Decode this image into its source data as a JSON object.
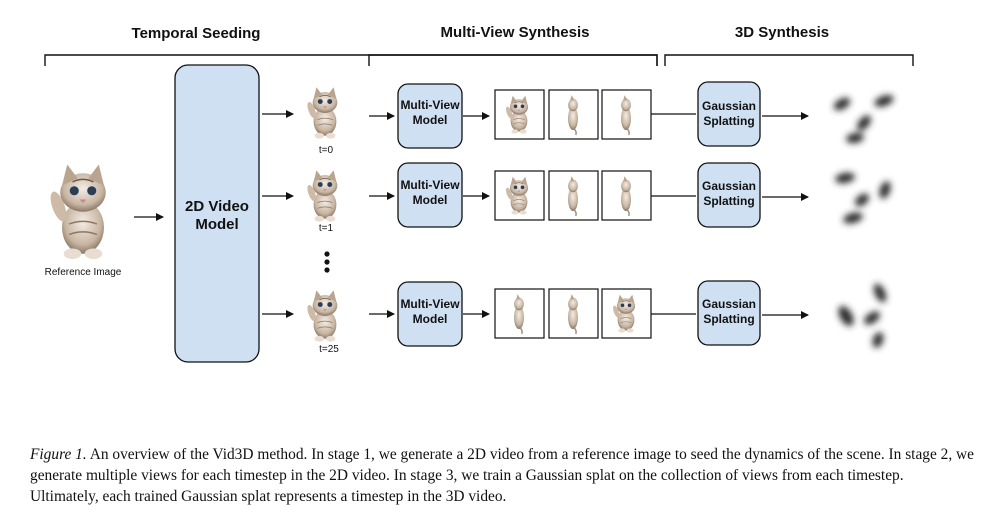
{
  "stages": {
    "temporal_seeding": "Temporal Seeding",
    "multi_view_synthesis": "Multi-View Synthesis",
    "synthesis_3d": "3D Synthesis"
  },
  "reference_image_label": "Reference Image",
  "video_model": {
    "line1": "2D Video",
    "line2": "Model"
  },
  "rows": [
    {
      "timestep": "t=0",
      "mv_line1": "Multi-View",
      "mv_line2": "Model",
      "gs_line1": "Gaussian",
      "gs_line2": "Splatting"
    },
    {
      "timestep": "t=1",
      "mv_line1": "Multi-View",
      "mv_line2": "Model",
      "gs_line1": "Gaussian",
      "gs_line2": "Splatting"
    },
    {
      "timestep": "t=25",
      "mv_line1": "Multi-View",
      "mv_line2": "Model",
      "gs_line1": "Gaussian",
      "gs_line2": "Splatting"
    }
  ],
  "caption": {
    "figure_label": "Figure 1.",
    "text": " An overview of the Vid3D method. In stage 1, we generate a 2D video from a reference image to seed the dynamics of the scene. In stage 2, we generate multiple views for each timestep in the 2D video. In stage 3, we train a Gaussian splat on the collection of views from each timestep. Ultimately, each trained Gaussian splat represents a timestep in the 3D video."
  },
  "colors": {
    "box_fill": "#cfe0f3",
    "stroke": "#111111"
  }
}
